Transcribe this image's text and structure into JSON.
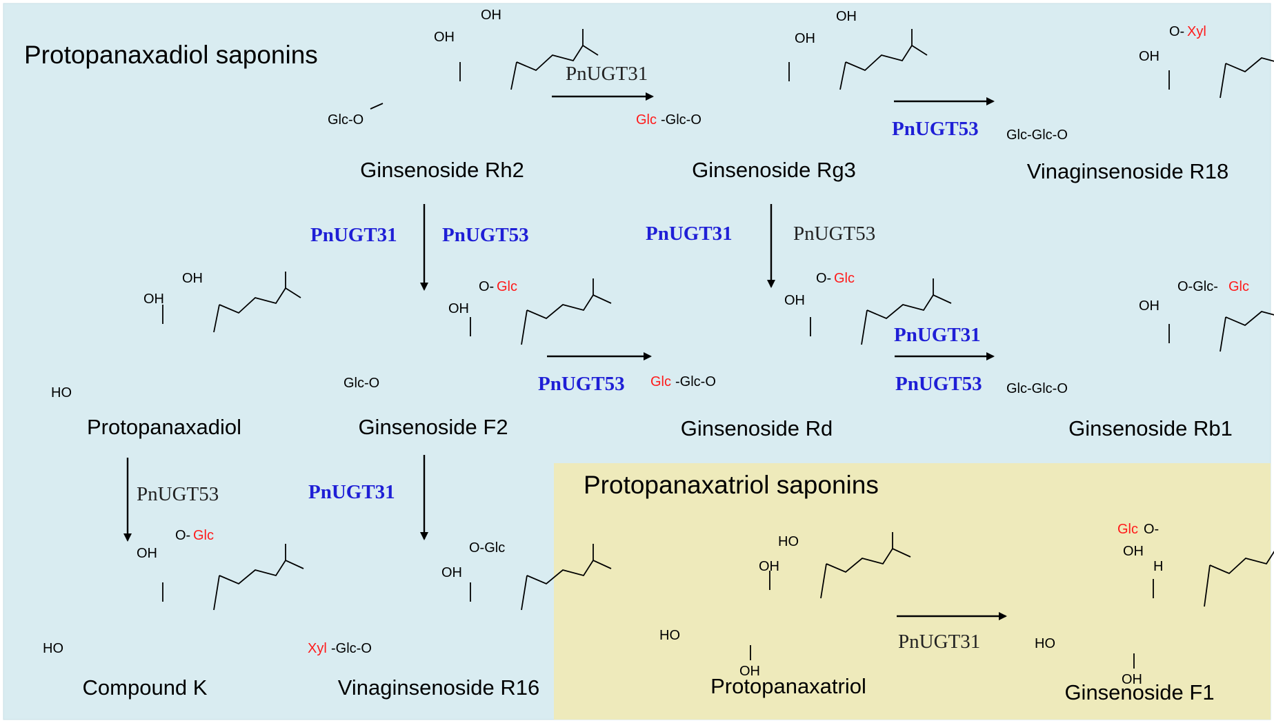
{
  "panels": {
    "ppd_title": "Protopanaxadiol saponins",
    "ppt_title": "Protopanaxatriol saponins"
  },
  "colors": {
    "ppd_background": "#d9ecf1",
    "ppt_background": "#eeeabb",
    "enzyme_highlight": "#1f1fd6",
    "sugar_highlight": "#ff1a1a"
  },
  "compounds": {
    "rh2": "Ginsenoside Rh2",
    "rg3": "Ginsenoside Rg3",
    "r18": "Vinaginsenoside R18",
    "ppd": "Protopanaxadiol",
    "f2": "Ginsenoside F2",
    "rd": "Ginsenoside Rd",
    "rb1": "Ginsenoside Rb1",
    "ck": "Compound K",
    "r16": "Vinaginsenoside R16",
    "ppt": "Protopanaxatriol",
    "f1": "Ginsenoside F1"
  },
  "enzymes": {
    "rh2_rg3": "PnUGT31",
    "rg3_r18": "PnUGT53",
    "rh2_f2_a": "PnUGT31",
    "rh2_f2_b": "PnUGT53",
    "rg3_rd_a": "PnUGT31",
    "rg3_rd_b": "PnUGT53",
    "f2_rd": "PnUGT53",
    "rd_rb1_a": "PnUGT31",
    "rd_rb1_b": "PnUGT53",
    "ppd_ck": "PnUGT53",
    "f2_r16": "PnUGT31",
    "ppt_f1": "PnUGT31"
  },
  "labels": {
    "glc_o": "Glc-O",
    "glc": "Glc",
    "glc_glc_o": "-Glc-O",
    "glc_glc_o_full": "Glc-Glc-O",
    "xyl": "Xyl",
    "xyl_glc_o": "-Glc-O",
    "oh": "OH",
    "ho": "HO",
    "o_dash": "O-",
    "o_glc": "O-Glc",
    "o_glc_dash": "O-Glc-",
    "h": "H"
  }
}
